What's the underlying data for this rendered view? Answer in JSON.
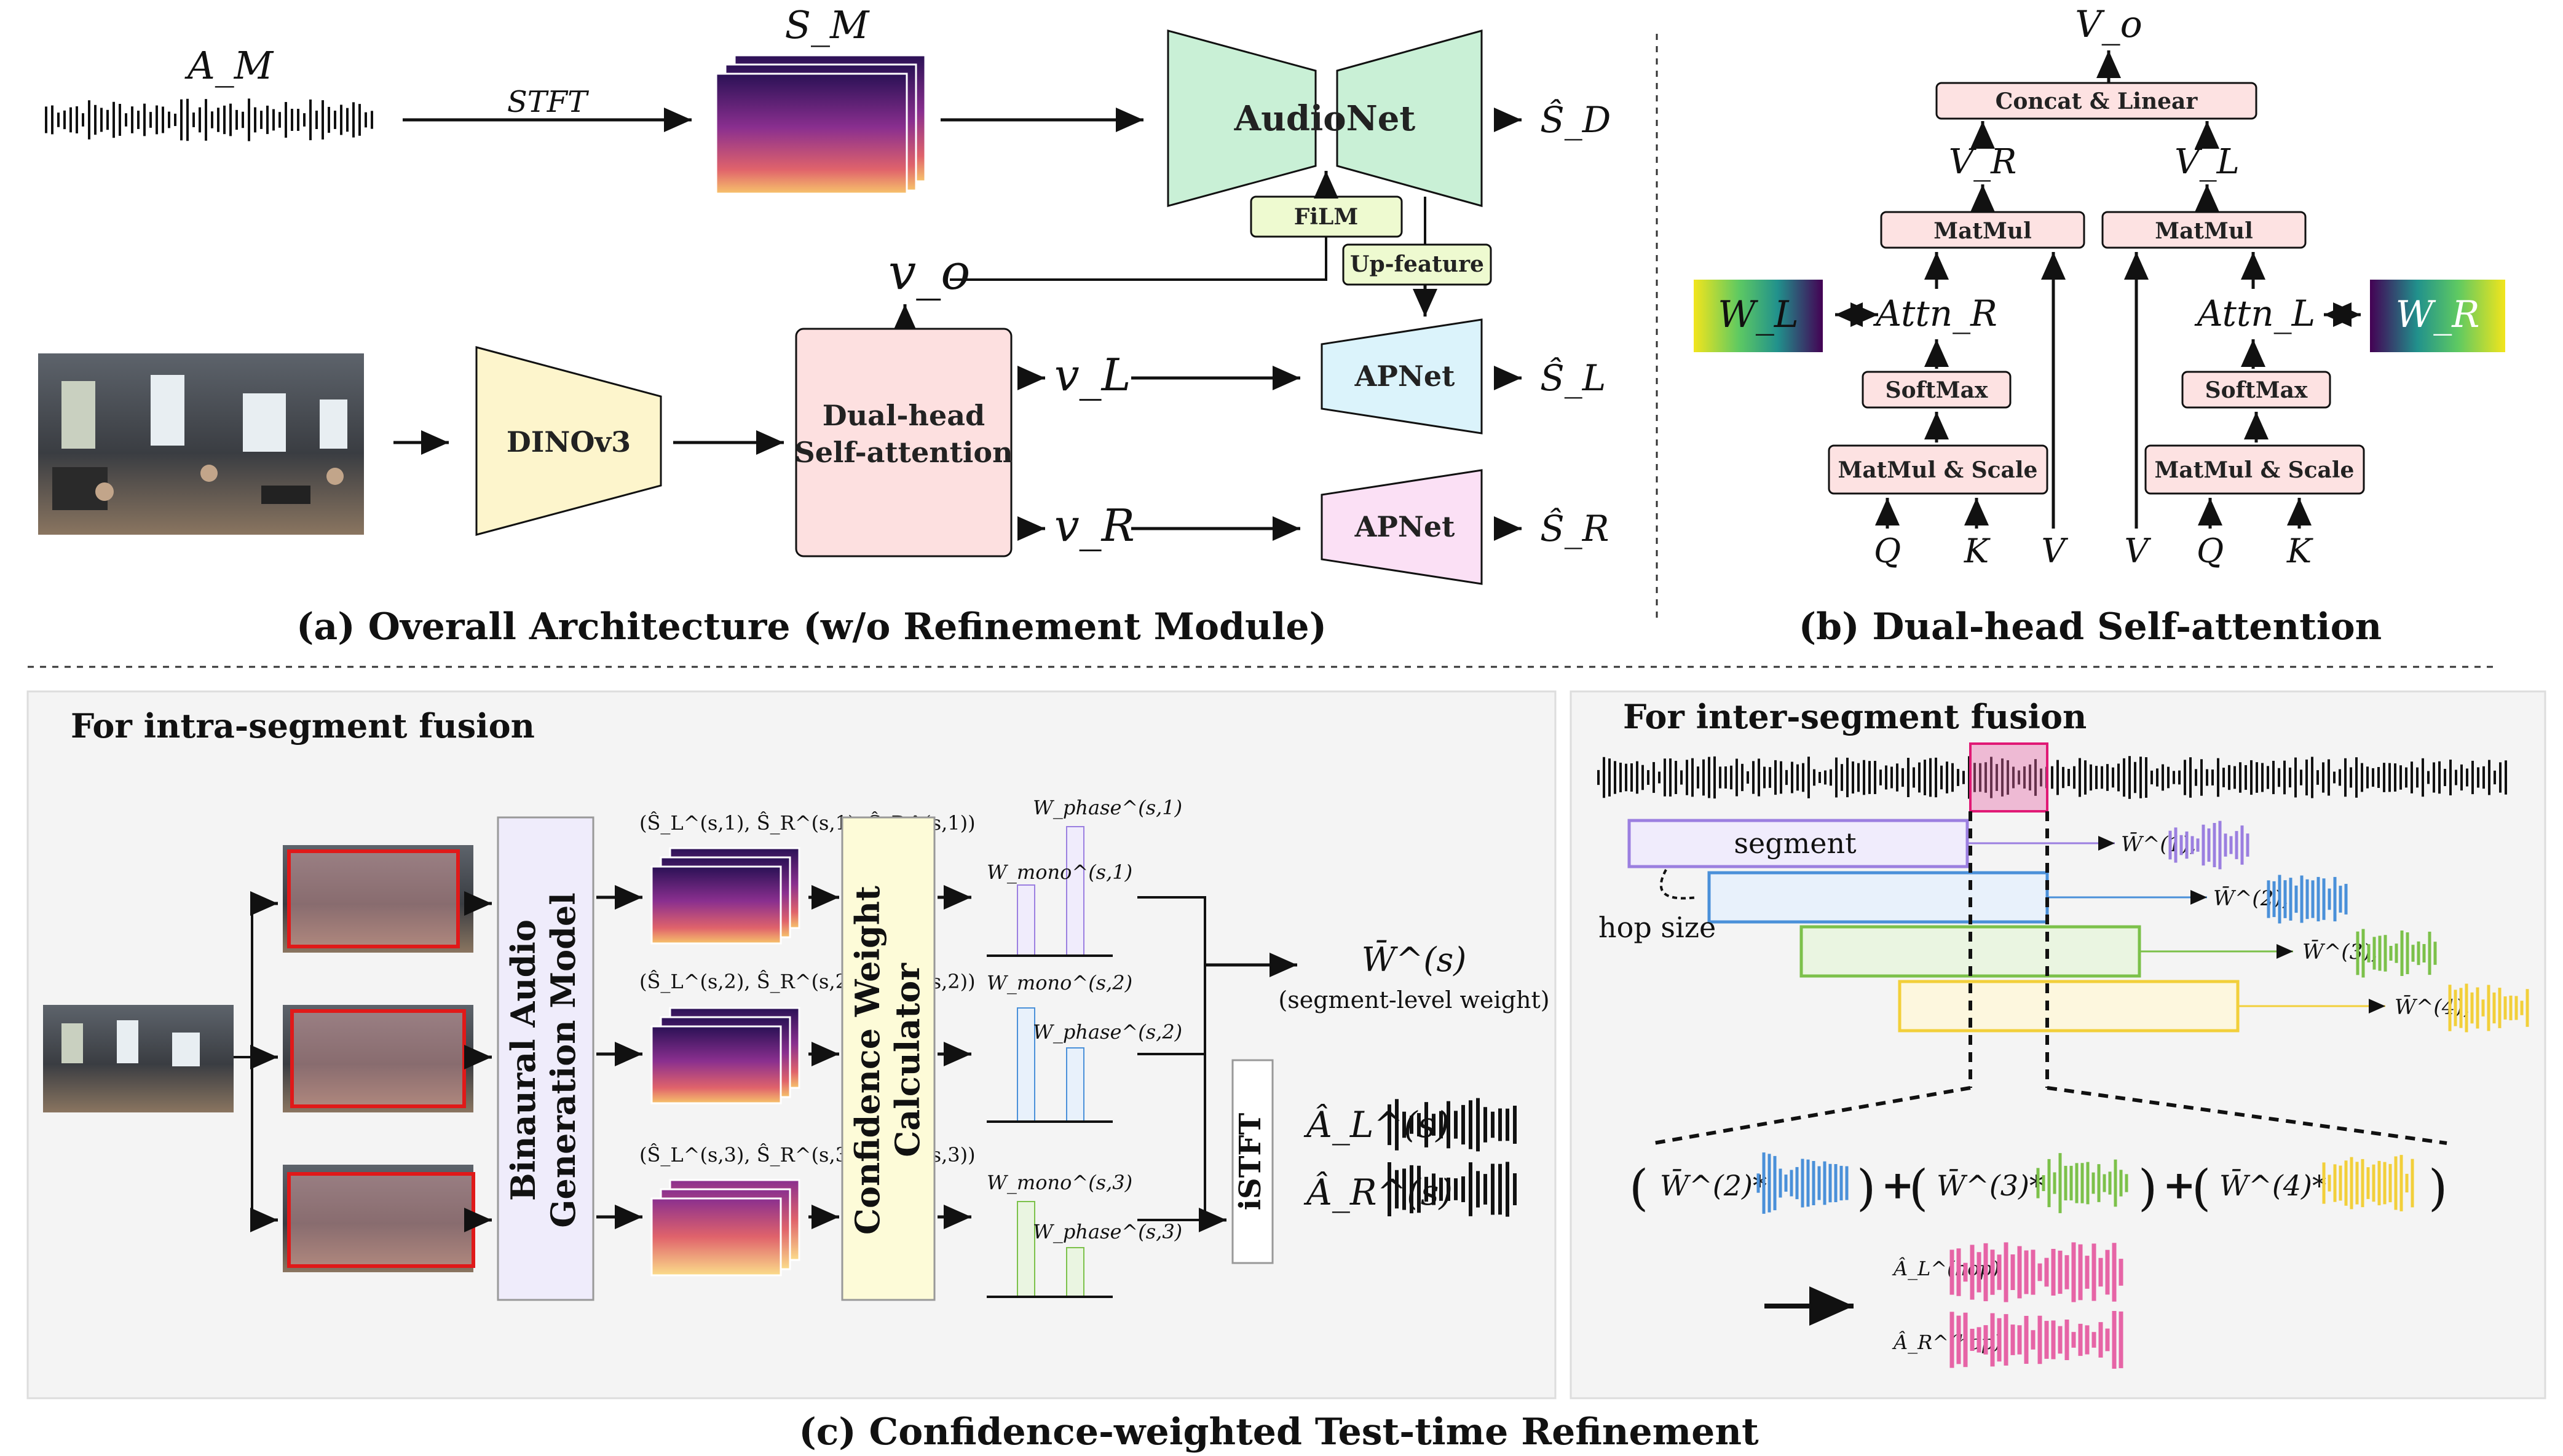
{
  "overall": {
    "a_m": "A_M",
    "stft": "STFT",
    "s_m": "S_M",
    "audionet": "AudioNet",
    "s_d": "Ŝ_D",
    "film": "FiLM",
    "upfeature": "Up-feature",
    "v_o": "v_o",
    "dino": "DINOv3",
    "dual_head": [
      "Dual-head",
      "Self-attention"
    ],
    "v_l": "v_L",
    "v_r": "v_R",
    "apnet_l": "APNet",
    "apnet_r": "APNet",
    "s_l": "Ŝ_L",
    "s_r": "Ŝ_R",
    "caption": "(a) Overall Architecture (w/o Refinement Module)"
  },
  "attention": {
    "v_o": "V_o",
    "concat": "Concat & Linear",
    "v_r": "V_R",
    "v_l": "V_L",
    "matmul_l": "MatMul",
    "matmul_r": "MatMul",
    "w_l": "W_L",
    "w_r": "W_R",
    "attn_r": "Attn_R",
    "attn_l": "Attn_L",
    "softmax_l": "SoftMax",
    "softmax_r": "SoftMax",
    "scale_l": "MatMul & Scale",
    "scale_r": "MatMul & Scale",
    "inputs_left": [
      "Q",
      "K",
      "V"
    ],
    "inputs_right": [
      "V",
      "Q",
      "K"
    ],
    "caption": "(b) Dual-head Self-attention"
  },
  "intra": {
    "title": "For intra-segment fusion",
    "model": [
      "Binaural Audio",
      "Generation Model"
    ],
    "calc": [
      "Confidence Weight",
      "Calculator"
    ],
    "spec_labels": [
      "(Ŝ_L^(s,1), Ŝ_R^(s,1), Ŝ_D^(s,1))",
      "(Ŝ_L^(s,2), Ŝ_R^(s,2), Ŝ_D^(s,2))",
      "(Ŝ_L^(s,3), Ŝ_R^(s,3), Ŝ_D^(s,3))"
    ],
    "w_mono": [
      "W_mono^(s,1)",
      "W_mono^(s,2)",
      "W_mono^(s,3)"
    ],
    "w_phase": [
      "W_phase^(s,1)",
      "W_phase^(s,2)",
      "W_phase^(s,3)"
    ],
    "w_seg": "W̄^(s)",
    "w_seg_note": "(segment-level weight)",
    "istft": "iSTFT",
    "a_l": "Â_L^(s)",
    "a_r": "Â_R^(s)"
  },
  "inter": {
    "title": "For inter-segment fusion",
    "segment": "segment",
    "hop_size": "hop size",
    "weights": [
      "W̄^(1),",
      "W̄^(2),",
      "W̄^(3),",
      "W̄^(4),"
    ],
    "eq_terms": [
      "W̄^(2)*",
      "W̄^(3)*",
      "W̄^(4)*"
    ],
    "plus": "+",
    "out_l": "Â_L^(hop)",
    "out_r": "Â_R^(hop)"
  },
  "caption_c": "(c) Confidence-weighted Test-time Refinement",
  "colors": {
    "audionet": "#c9f0d6",
    "dino": "#fdf5cc",
    "dualhead": "#fde0e0",
    "apnet_l": "#dbf3fb",
    "apnet_r": "#fbe0f5",
    "film": "#eefad0",
    "attn_box": "#fde2e2",
    "model_box": "#efecfb",
    "calc_box": "#fdfbd8",
    "seg1": "#9b7fe0",
    "seg2": "#4a90d9",
    "seg3": "#7cc14a",
    "seg4": "#f2cf3a",
    "pink": "#e664a6"
  }
}
